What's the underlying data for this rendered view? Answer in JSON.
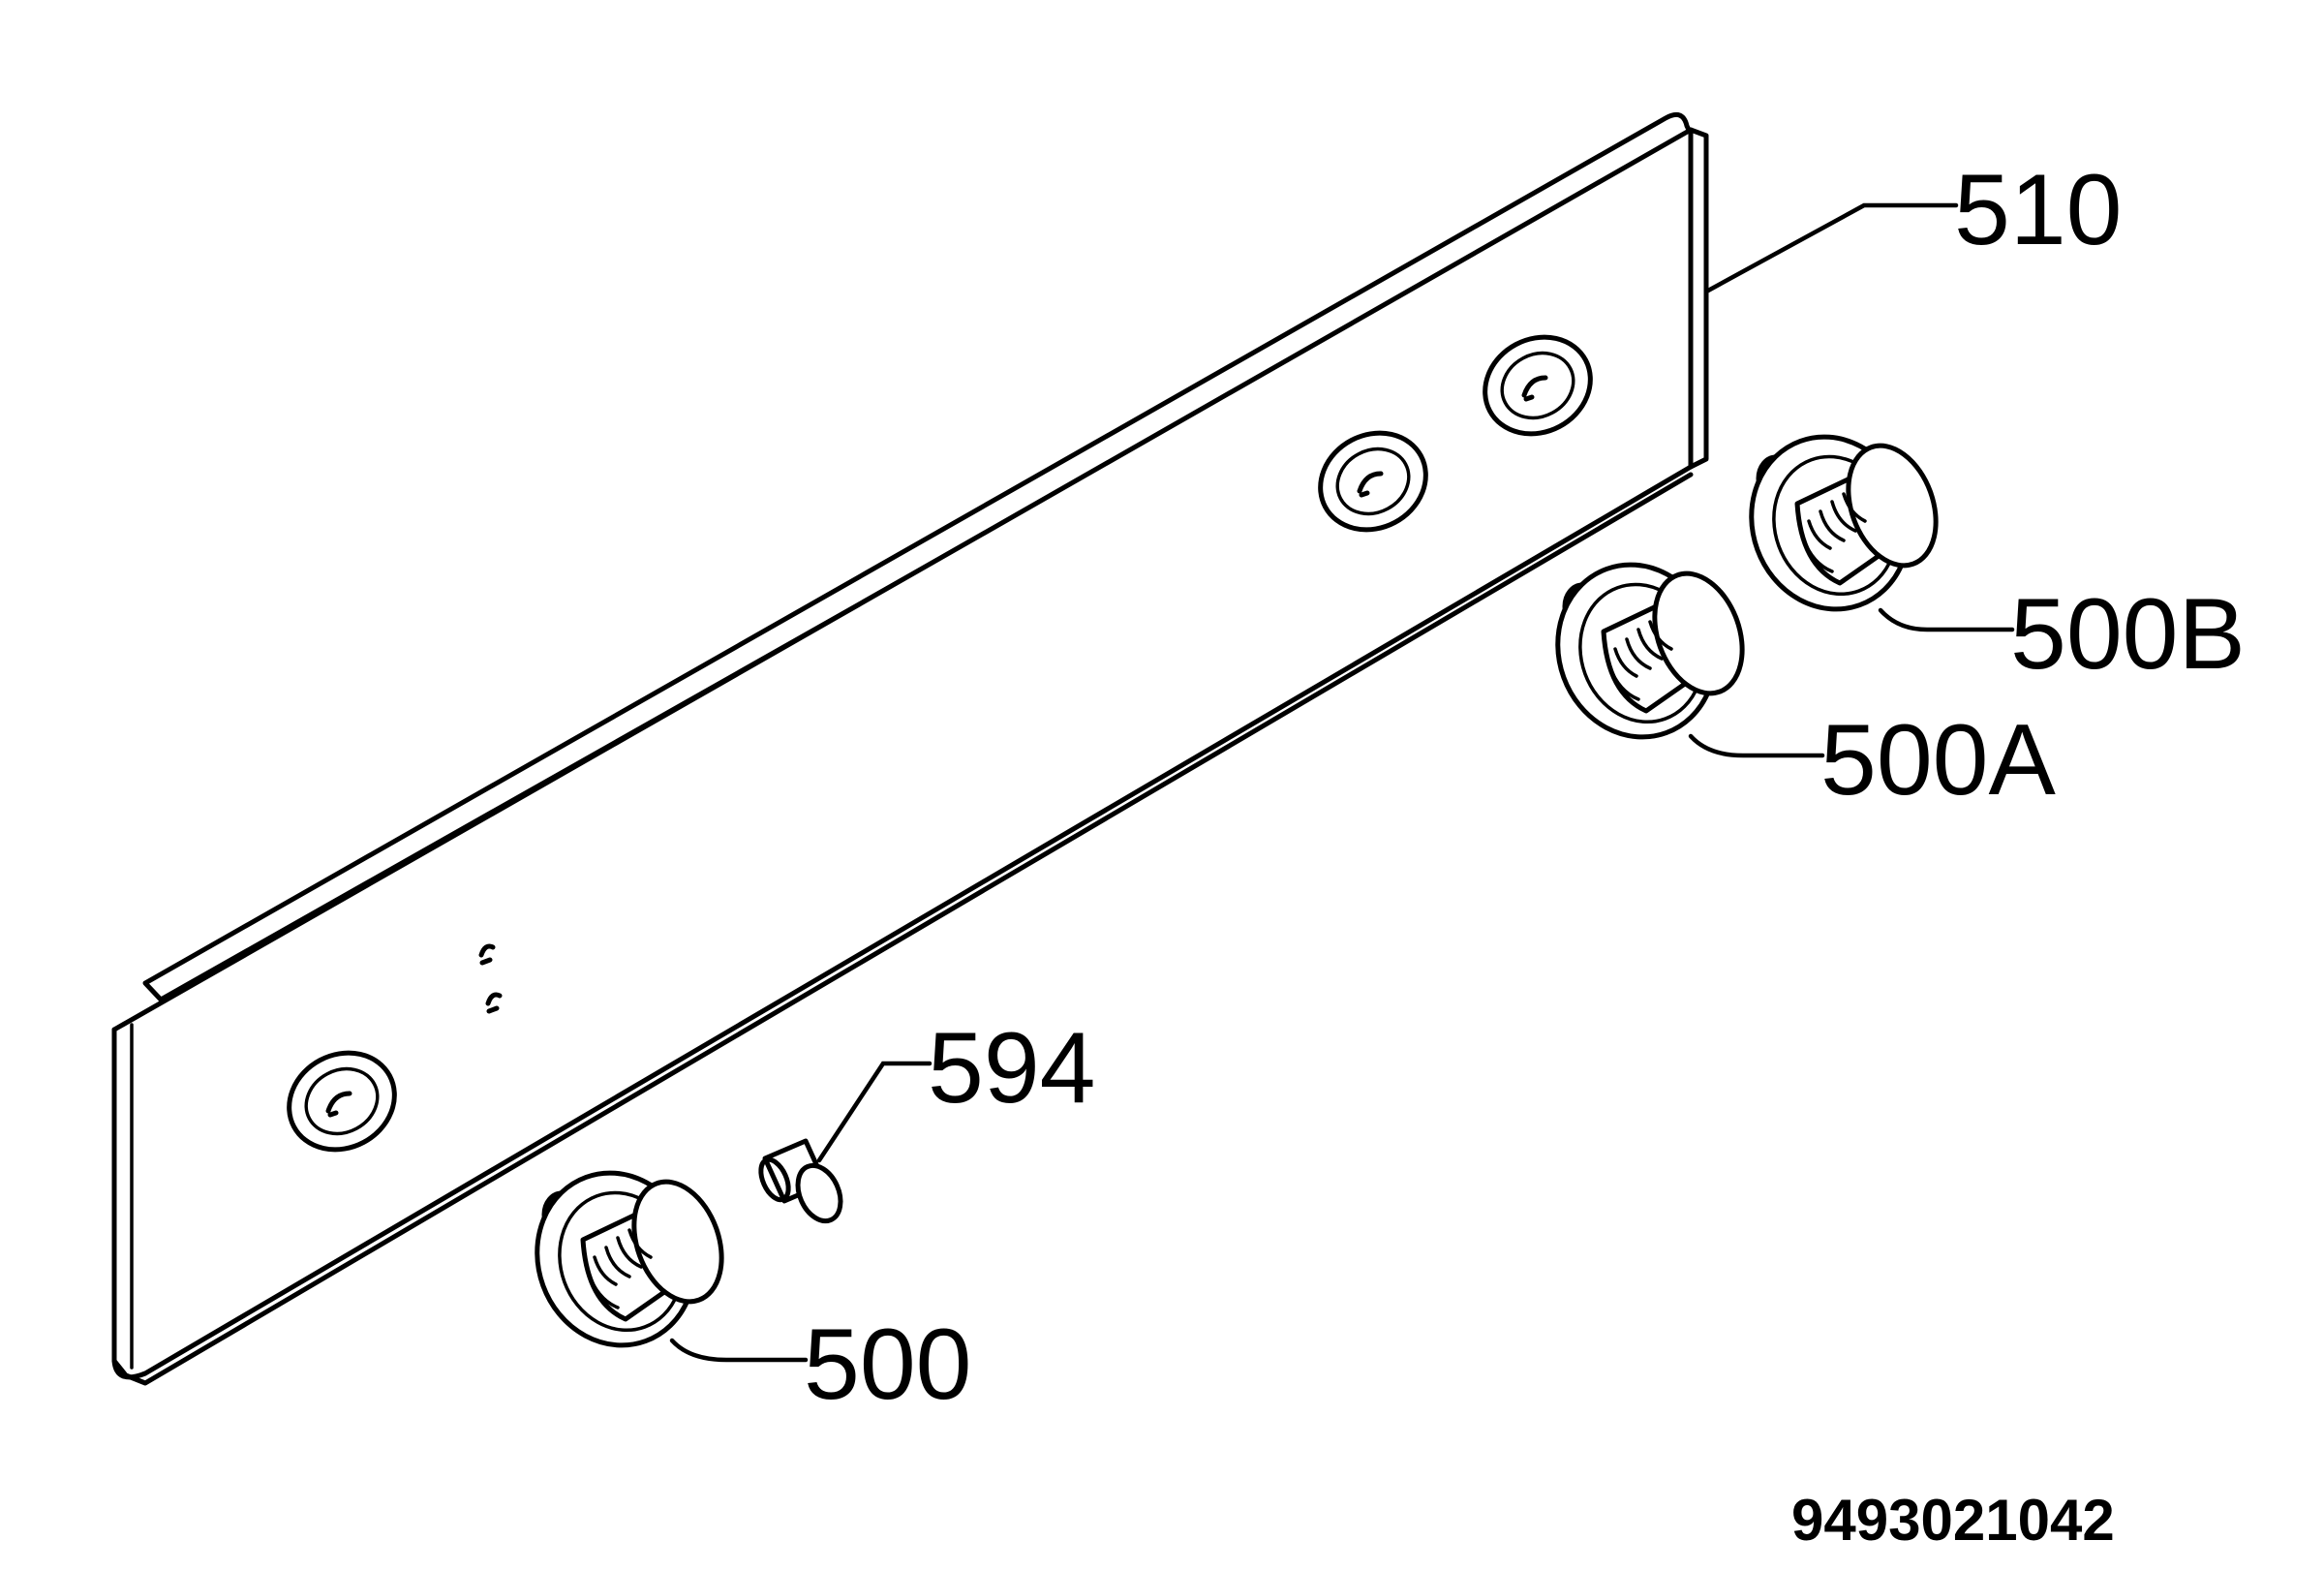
{
  "diagram": {
    "part_labels": {
      "panel": "510",
      "knob_b": "500B",
      "knob_a": "500A",
      "pin": "594",
      "knob_main": "500"
    },
    "document_number": "9493021042",
    "colors": {
      "line": "#000000",
      "background": "#ffffff"
    },
    "icons": [
      "control-panel-icon",
      "knob-icon",
      "pin-icon"
    ]
  }
}
